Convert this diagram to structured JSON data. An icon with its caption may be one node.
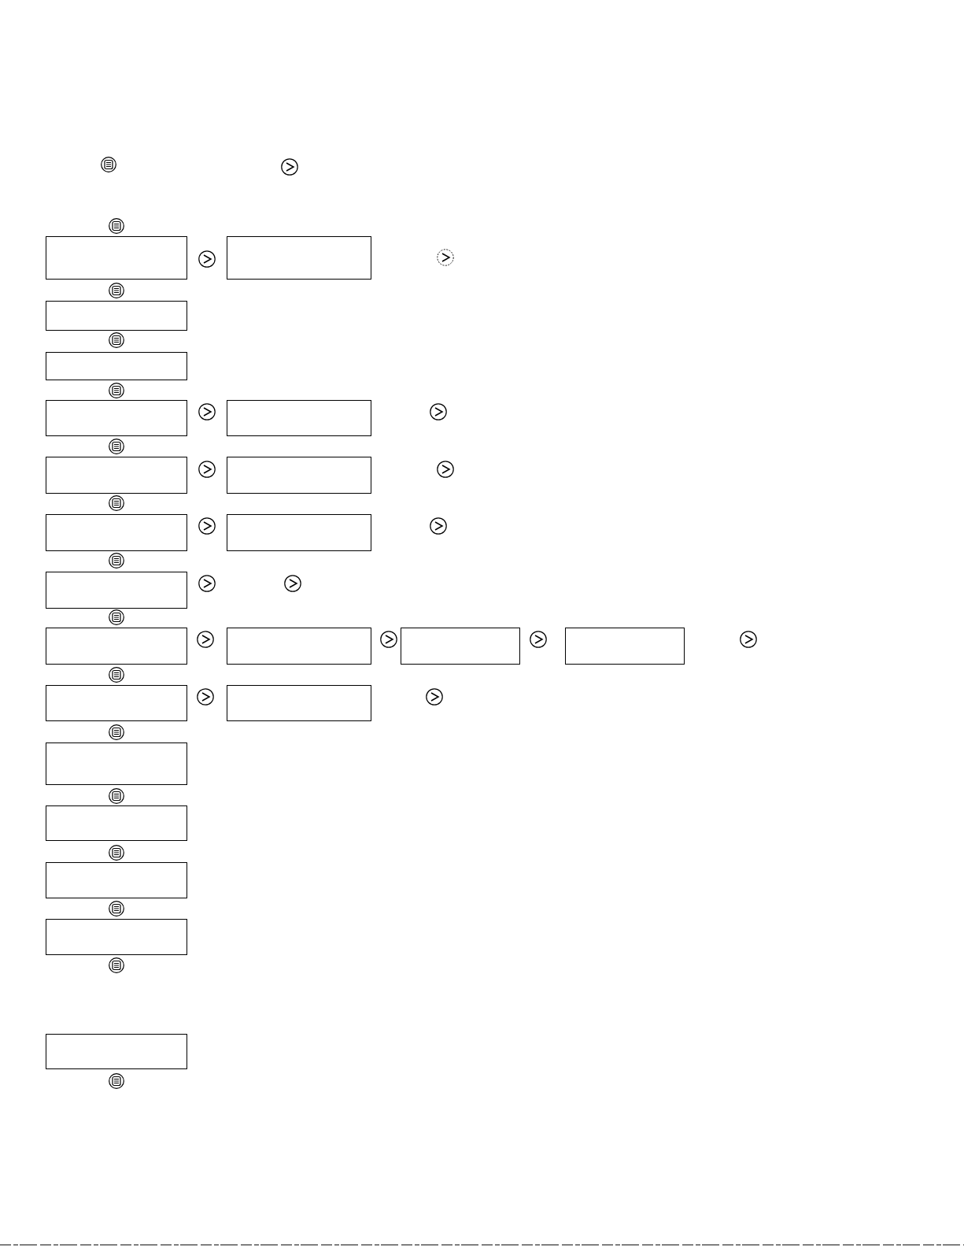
{
  "diagram": {
    "nodes": [
      {
        "text": [],
        "shape": "box"
      },
      {
        "text": [],
        "shape": "box"
      },
      {
        "text": [],
        "shape": "box"
      },
      {
        "text": [],
        "shape": "box"
      },
      {
        "text": [],
        "shape": "box"
      },
      {
        "text": [],
        "shape": "box"
      },
      {
        "text": [],
        "shape": "box"
      },
      {
        "text": [],
        "shape": "box"
      },
      {
        "text": [],
        "shape": "box"
      },
      {
        "text": [],
        "shape": "box"
      },
      {
        "text": [],
        "shape": "box"
      },
      {
        "text": [],
        "shape": "box"
      },
      {
        "text": [],
        "shape": "box"
      },
      {
        "text": [],
        "shape": "box"
      },
      {
        "text": [],
        "shape": "box"
      },
      {
        "text": [],
        "shape": "box"
      },
      {
        "text": [],
        "shape": "box"
      },
      {
        "text": [],
        "shape": "box"
      },
      {
        "text": [],
        "shape": "box"
      },
      {
        "text": [],
        "shape": "box"
      },
      {
        "text": [],
        "shape": "box"
      },
      {
        "text": [],
        "shape": "box"
      }
    ]
  }
}
